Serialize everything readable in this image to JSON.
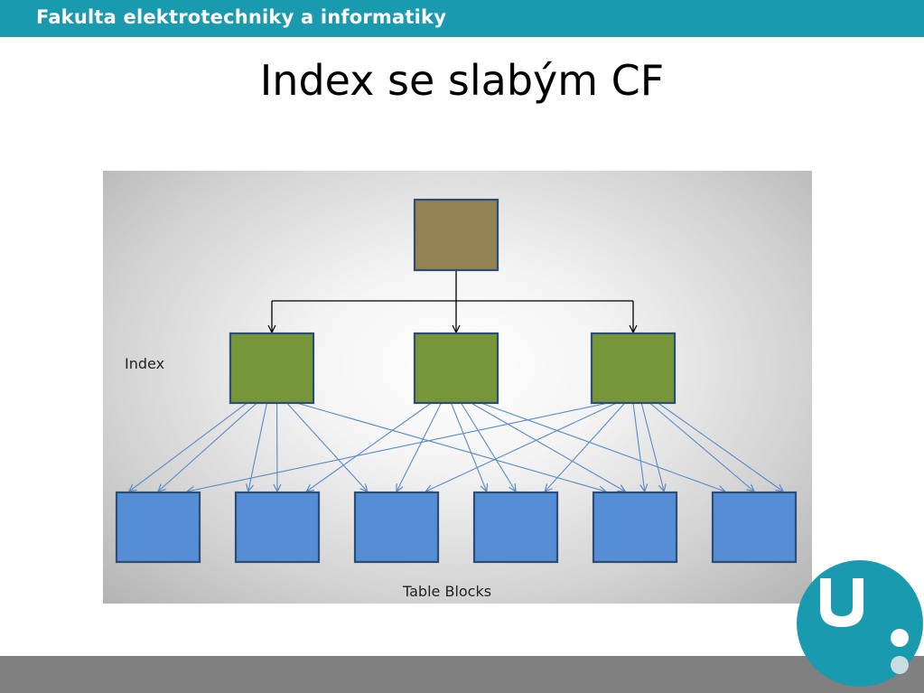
{
  "header": {
    "title": "Fakulta elektrotechniky a informatiky"
  },
  "slide": {
    "title": "Index se slabým CF"
  },
  "diagram": {
    "index_label": "Index",
    "table_label": "Table Blocks",
    "colors": {
      "root": "#938253",
      "index_node": "#77963a",
      "table_block": "#558ed5",
      "node_border": "#2c4d75",
      "tree_edge": "#000000",
      "pointer_edge": "#5a8ac6"
    },
    "nodes": {
      "root": {
        "id": "root"
      },
      "index": [
        {
          "id": "idx-1"
        },
        {
          "id": "idx-2"
        },
        {
          "id": "idx-3"
        }
      ],
      "table_blocks": [
        {
          "id": "tb-1"
        },
        {
          "id": "tb-2"
        },
        {
          "id": "tb-3"
        },
        {
          "id": "tb-4"
        },
        {
          "id": "tb-5"
        },
        {
          "id": "tb-6"
        }
      ]
    },
    "tree_edges": [
      {
        "from": "root",
        "to": "idx-1"
      },
      {
        "from": "root",
        "to": "idx-2"
      },
      {
        "from": "root",
        "to": "idx-3"
      }
    ],
    "pointer_edges": [
      {
        "from": "idx-1",
        "to": "tb-1"
      },
      {
        "from": "idx-1",
        "to": "tb-1"
      },
      {
        "from": "idx-1",
        "to": "tb-2"
      },
      {
        "from": "idx-1",
        "to": "tb-2"
      },
      {
        "from": "idx-1",
        "to": "tb-3"
      },
      {
        "from": "idx-1",
        "to": "tb-5"
      },
      {
        "from": "idx-2",
        "to": "tb-2"
      },
      {
        "from": "idx-2",
        "to": "tb-3"
      },
      {
        "from": "idx-2",
        "to": "tb-4"
      },
      {
        "from": "idx-2",
        "to": "tb-4"
      },
      {
        "from": "idx-2",
        "to": "tb-5"
      },
      {
        "from": "idx-2",
        "to": "tb-6"
      },
      {
        "from": "idx-3",
        "to": "tb-1"
      },
      {
        "from": "idx-3",
        "to": "tb-3"
      },
      {
        "from": "idx-3",
        "to": "tb-4"
      },
      {
        "from": "idx-3",
        "to": "tb-5"
      },
      {
        "from": "idx-3",
        "to": "tb-5"
      },
      {
        "from": "idx-3",
        "to": "tb-6"
      },
      {
        "from": "idx-3",
        "to": "tb-6"
      }
    ]
  },
  "logo": {
    "colors": {
      "circle": "#1a9aae",
      "glyph": "#ffffff",
      "dot_lower": "#c8dde2"
    }
  }
}
